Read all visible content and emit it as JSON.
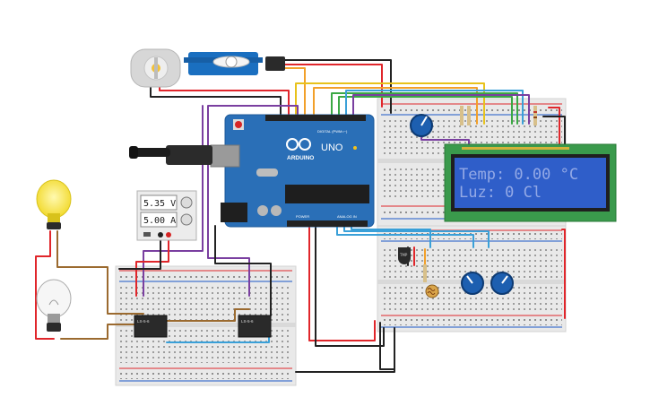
{
  "colors": {
    "breadboard": "#e9e9e9",
    "arduino": "#2a6fb7",
    "lcd_bezel": "#3a9a4c",
    "lcd_screen": "#2f5ec9",
    "wire_red": "#e0262b",
    "wire_black": "#222222",
    "wire_purple": "#7a3fa0",
    "wire_orange": "#f2a02a",
    "wire_yellow": "#e8c21b",
    "wire_green": "#3ba844",
    "wire_blue": "#3aa0d8",
    "wire_brown": "#9b6a2f",
    "servo_blue": "#1a6fc0",
    "pot_blue": "#1d5fb0"
  },
  "arduino": {
    "logo_text": "ARDUINO",
    "model_text": "UNO",
    "digital_label": "DIGITAL (PWM=~)",
    "power_label": "POWER",
    "analog_label": "ANALOG IN"
  },
  "lcd": {
    "line1": "Temp: 0.00 °C",
    "line2": "Luz: 0     Cl"
  },
  "power_supply": {
    "voltage": "5.35 V",
    "current": "5.00 A"
  },
  "relays": [
    {
      "label": "LS-5-6"
    },
    {
      "label": "LS-5-6"
    }
  ],
  "icons": {
    "dc_motor": "dc-motor-icon",
    "servo": "servo-icon",
    "lamp_on": "lightbulb-on-icon",
    "lamp_off": "lightbulb-off-icon",
    "usb": "usb-plug-icon",
    "pot": "potentiometer-icon",
    "temp_sensor": "temperature-sensor-icon",
    "ldr": "photoresistor-icon"
  }
}
